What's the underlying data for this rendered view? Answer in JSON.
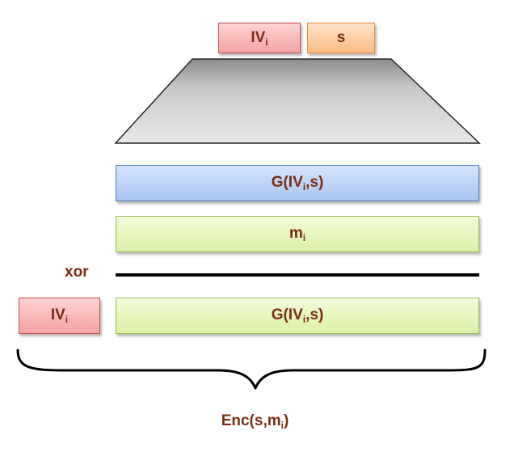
{
  "top_iv": {
    "main": "IV",
    "sub": "i"
  },
  "top_s": "s",
  "prg_output": {
    "pre": "G(IV",
    "sub": "i",
    "post": ",s)"
  },
  "message": {
    "main": "m",
    "sub": "i"
  },
  "xor_label": "xor",
  "cipher_iv": {
    "main": "IV",
    "sub": "i"
  },
  "cipher_body": {
    "pre": "G(IV",
    "sub": "i",
    "post": ",s)"
  },
  "enc_label": {
    "pre": "Enc(s,m",
    "sub": "i",
    "post": ")"
  }
}
